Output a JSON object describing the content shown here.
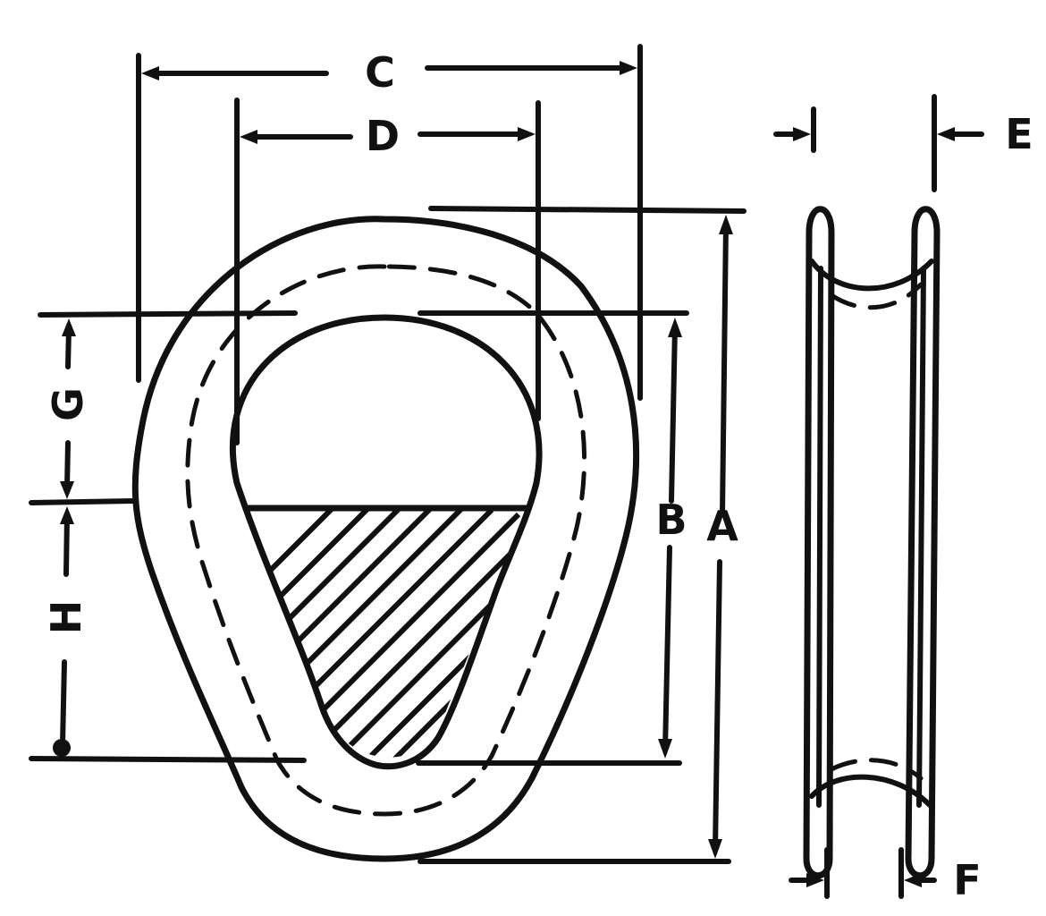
{
  "labels": {
    "a": "A",
    "b": "B",
    "c": "C",
    "d": "D",
    "e": "E",
    "f": "F",
    "g": "G",
    "h": "H"
  },
  "colors": {
    "line": "#111111",
    "background": "#ffffff"
  }
}
